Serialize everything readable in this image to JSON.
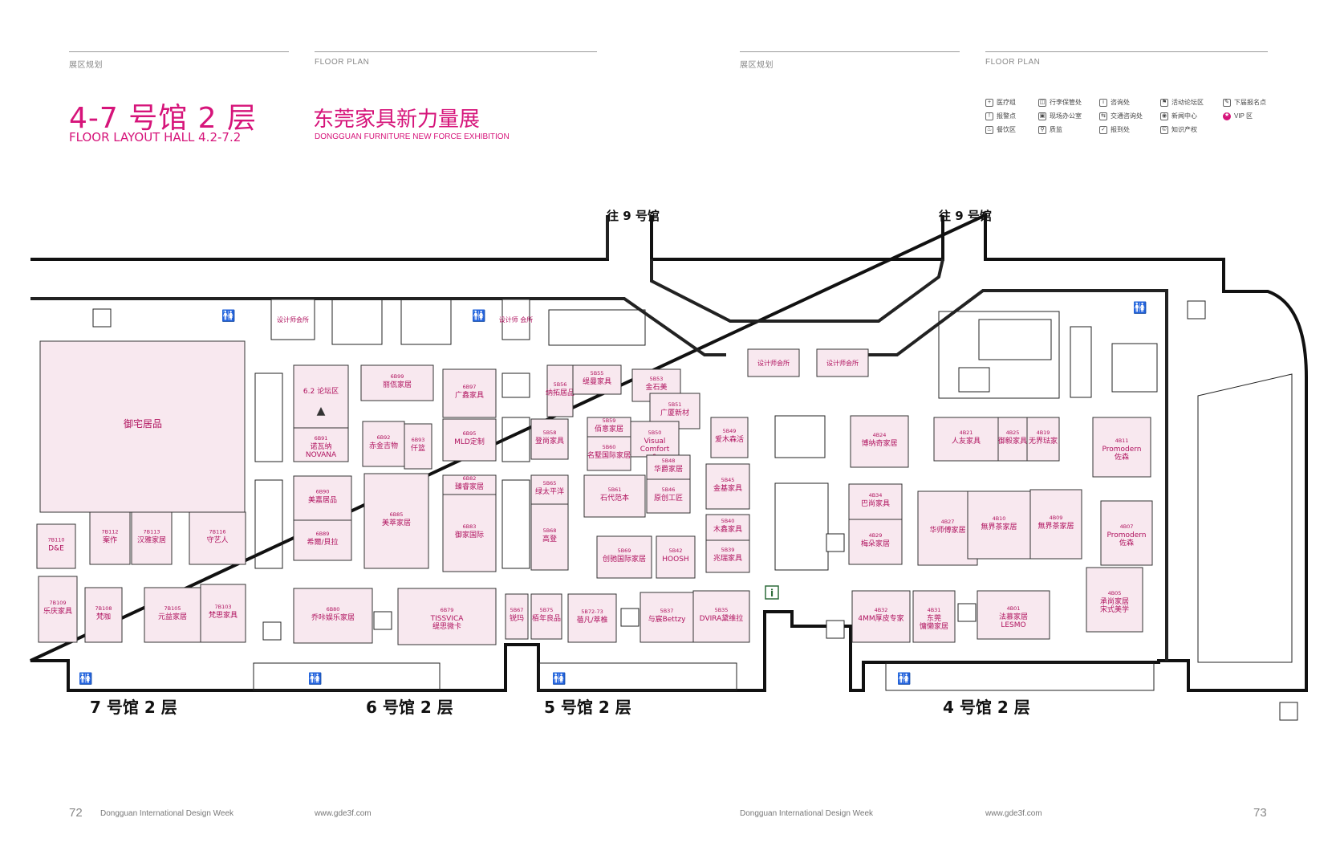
{
  "header": {
    "left_label": "展区规划",
    "left_en": "FLOOR PLAN",
    "right_label": "展区规划",
    "right_en": "FLOOR PLAN"
  },
  "title": {
    "cn": "4-7 号馆 2 层",
    "en": "FLOOR LAYOUT  HALL 4.2-7.2",
    "sub_cn": "东莞家具新力量展",
    "sub_en": "DONGGUAN FURNITURE NEW FORCE EXHIBITION"
  },
  "legend": [
    {
      "label": "医疗组",
      "icon": "medical-icon"
    },
    {
      "label": "行李保管处",
      "icon": "luggage-icon"
    },
    {
      "label": "咨询处",
      "icon": "info-icon"
    },
    {
      "label": "活动论坛区",
      "icon": "forum-icon"
    },
    {
      "label": "下届报名点",
      "icon": "register-icon"
    },
    {
      "label": "报警点",
      "icon": "alarm-icon"
    },
    {
      "label": "现场办公室",
      "icon": "office-icon"
    },
    {
      "label": "交通咨询处",
      "icon": "transport-icon"
    },
    {
      "label": "新闻中心",
      "icon": "news-icon"
    },
    {
      "label": "VIP 区",
      "icon": "vip-icon"
    },
    {
      "label": "餐饮区",
      "icon": "dining-icon"
    },
    {
      "label": "质监",
      "icon": "quality-icon"
    },
    {
      "label": "报到处",
      "icon": "checkin-icon"
    },
    {
      "label": "知识产权",
      "icon": "ip-icon"
    }
  ],
  "colors": {
    "accent": "#d6147a",
    "booth_fill": "#f8e8ef",
    "booth_text": "#b0135f"
  },
  "map": {
    "exits": {
      "to9_left": "往 9 号馆",
      "to9_right": "往 9 号馆",
      "hall7": "7 号馆 2 层",
      "hall6": "6 号馆 2 层",
      "hall5": "5 号馆 2 层",
      "hall4": "4 号馆 2 层"
    },
    "designer_club_1": "设计师会所",
    "designer_club_2": "设计师\n会所",
    "designer_club_3": "设计师会所",
    "designer_club_4": "设计师会所",
    "forum": "6.2 论坛区",
    "yuzhai": "御宅居品",
    "booths": [
      {
        "code": "7B110",
        "name": "D&E"
      },
      {
        "code": "7B112",
        "name": "案作"
      },
      {
        "code": "7B113",
        "name": "汉雅家居"
      },
      {
        "code": "7B116",
        "name": "守艺人"
      },
      {
        "code": "7B109",
        "name": "乐庆家具"
      },
      {
        "code": "7B108",
        "name": "梵咖"
      },
      {
        "code": "7B105",
        "name": "元益家居"
      },
      {
        "code": "7B103",
        "name": "梵思家具"
      },
      {
        "code": "6B99",
        "name": "丽佤家居"
      },
      {
        "code": "6B97",
        "name": "广鑫家具"
      },
      {
        "code": "6B91",
        "name": "诺瓦纳 NOVANA"
      },
      {
        "code": "6B92",
        "name": "赤金吉物"
      },
      {
        "code": "6B93",
        "name": "仟篮"
      },
      {
        "code": "6B95",
        "name": "MLD定制"
      },
      {
        "code": "6B90",
        "name": "美嘉居品"
      },
      {
        "code": "6B89",
        "name": "希爾/貝拉"
      },
      {
        "code": "6B85",
        "name": "美萃家居"
      },
      {
        "code": "6B82",
        "name": "臻睿家居"
      },
      {
        "code": "6B83",
        "name": "御家国际"
      },
      {
        "code": "6B80",
        "name": "乔咔娱乐家居"
      },
      {
        "code": "6B79",
        "name": "TISSVICA 缇思微卡"
      },
      {
        "code": "5B56",
        "name": "纳拓居品"
      },
      {
        "code": "5B55",
        "name": "缇曼家具"
      },
      {
        "code": "5B53",
        "name": "金石美"
      },
      {
        "code": "5B51",
        "name": "广厦新材"
      },
      {
        "code": "5B58",
        "name": "登尚家具"
      },
      {
        "code": "5B59",
        "name": "佰意家居"
      },
      {
        "code": "5B60",
        "name": "名墅国际家居"
      },
      {
        "code": "5B50",
        "name": "Visual Comfort & Co"
      },
      {
        "code": "5B49",
        "name": "爱木森活"
      },
      {
        "code": "5B48",
        "name": "华爵家居"
      },
      {
        "code": "5B65",
        "name": "绿太平洋"
      },
      {
        "code": "5B61",
        "name": "石代范本"
      },
      {
        "code": "5B46",
        "name": "原创工匠"
      },
      {
        "code": "5B45",
        "name": "金基家具"
      },
      {
        "code": "5B40",
        "name": "木鑫家具"
      },
      {
        "code": "5B68",
        "name": "高登"
      },
      {
        "code": "5B69",
        "name": "创驰国际家居"
      },
      {
        "code": "5B42",
        "name": "HOOSH"
      },
      {
        "code": "5B39",
        "name": "兆瑞家具"
      },
      {
        "code": "5B67",
        "name": "锐玛"
      },
      {
        "code": "5B75",
        "name": "栢年良品"
      },
      {
        "code": "5B72-73",
        "name": "蓓凡/萃椎"
      },
      {
        "code": "5B37",
        "name": "与宸Bettzy"
      },
      {
        "code": "5B35",
        "name": "DVIRA黛维拉"
      },
      {
        "code": "4B24",
        "name": "博纳奇家居"
      },
      {
        "code": "4B21",
        "name": "人友家具"
      },
      {
        "code": "4B25",
        "name": "御毅家具"
      },
      {
        "code": "4B19",
        "name": "无界琺家"
      },
      {
        "code": "4B11",
        "name": "Promodern 佐森"
      },
      {
        "code": "4B34",
        "name": "巴尚家具"
      },
      {
        "code": "4B29",
        "name": "梅朵家居"
      },
      {
        "code": "4B27",
        "name": "华师傅家居"
      },
      {
        "code": "4B10",
        "name": "無界茶家居"
      },
      {
        "code": "4B09",
        "name": "無界茶家居"
      },
      {
        "code": "4B07",
        "name": "Promodern 佐森"
      },
      {
        "code": "4B05",
        "name": "承尚家居 宋式美学"
      },
      {
        "code": "4B32",
        "name": "4MM厚皮专家"
      },
      {
        "code": "4B31",
        "name": "东莞 慵懒家居"
      },
      {
        "code": "4B01",
        "name": "法慕家居 LESMO"
      }
    ]
  },
  "footer": {
    "left_num": "72",
    "left_event": "Dongguan International Design Week",
    "left_url": "www.gde3f.com",
    "right_event": "Dongguan International Design Week",
    "right_url": "www.gde3f.com",
    "right_num": "73"
  }
}
